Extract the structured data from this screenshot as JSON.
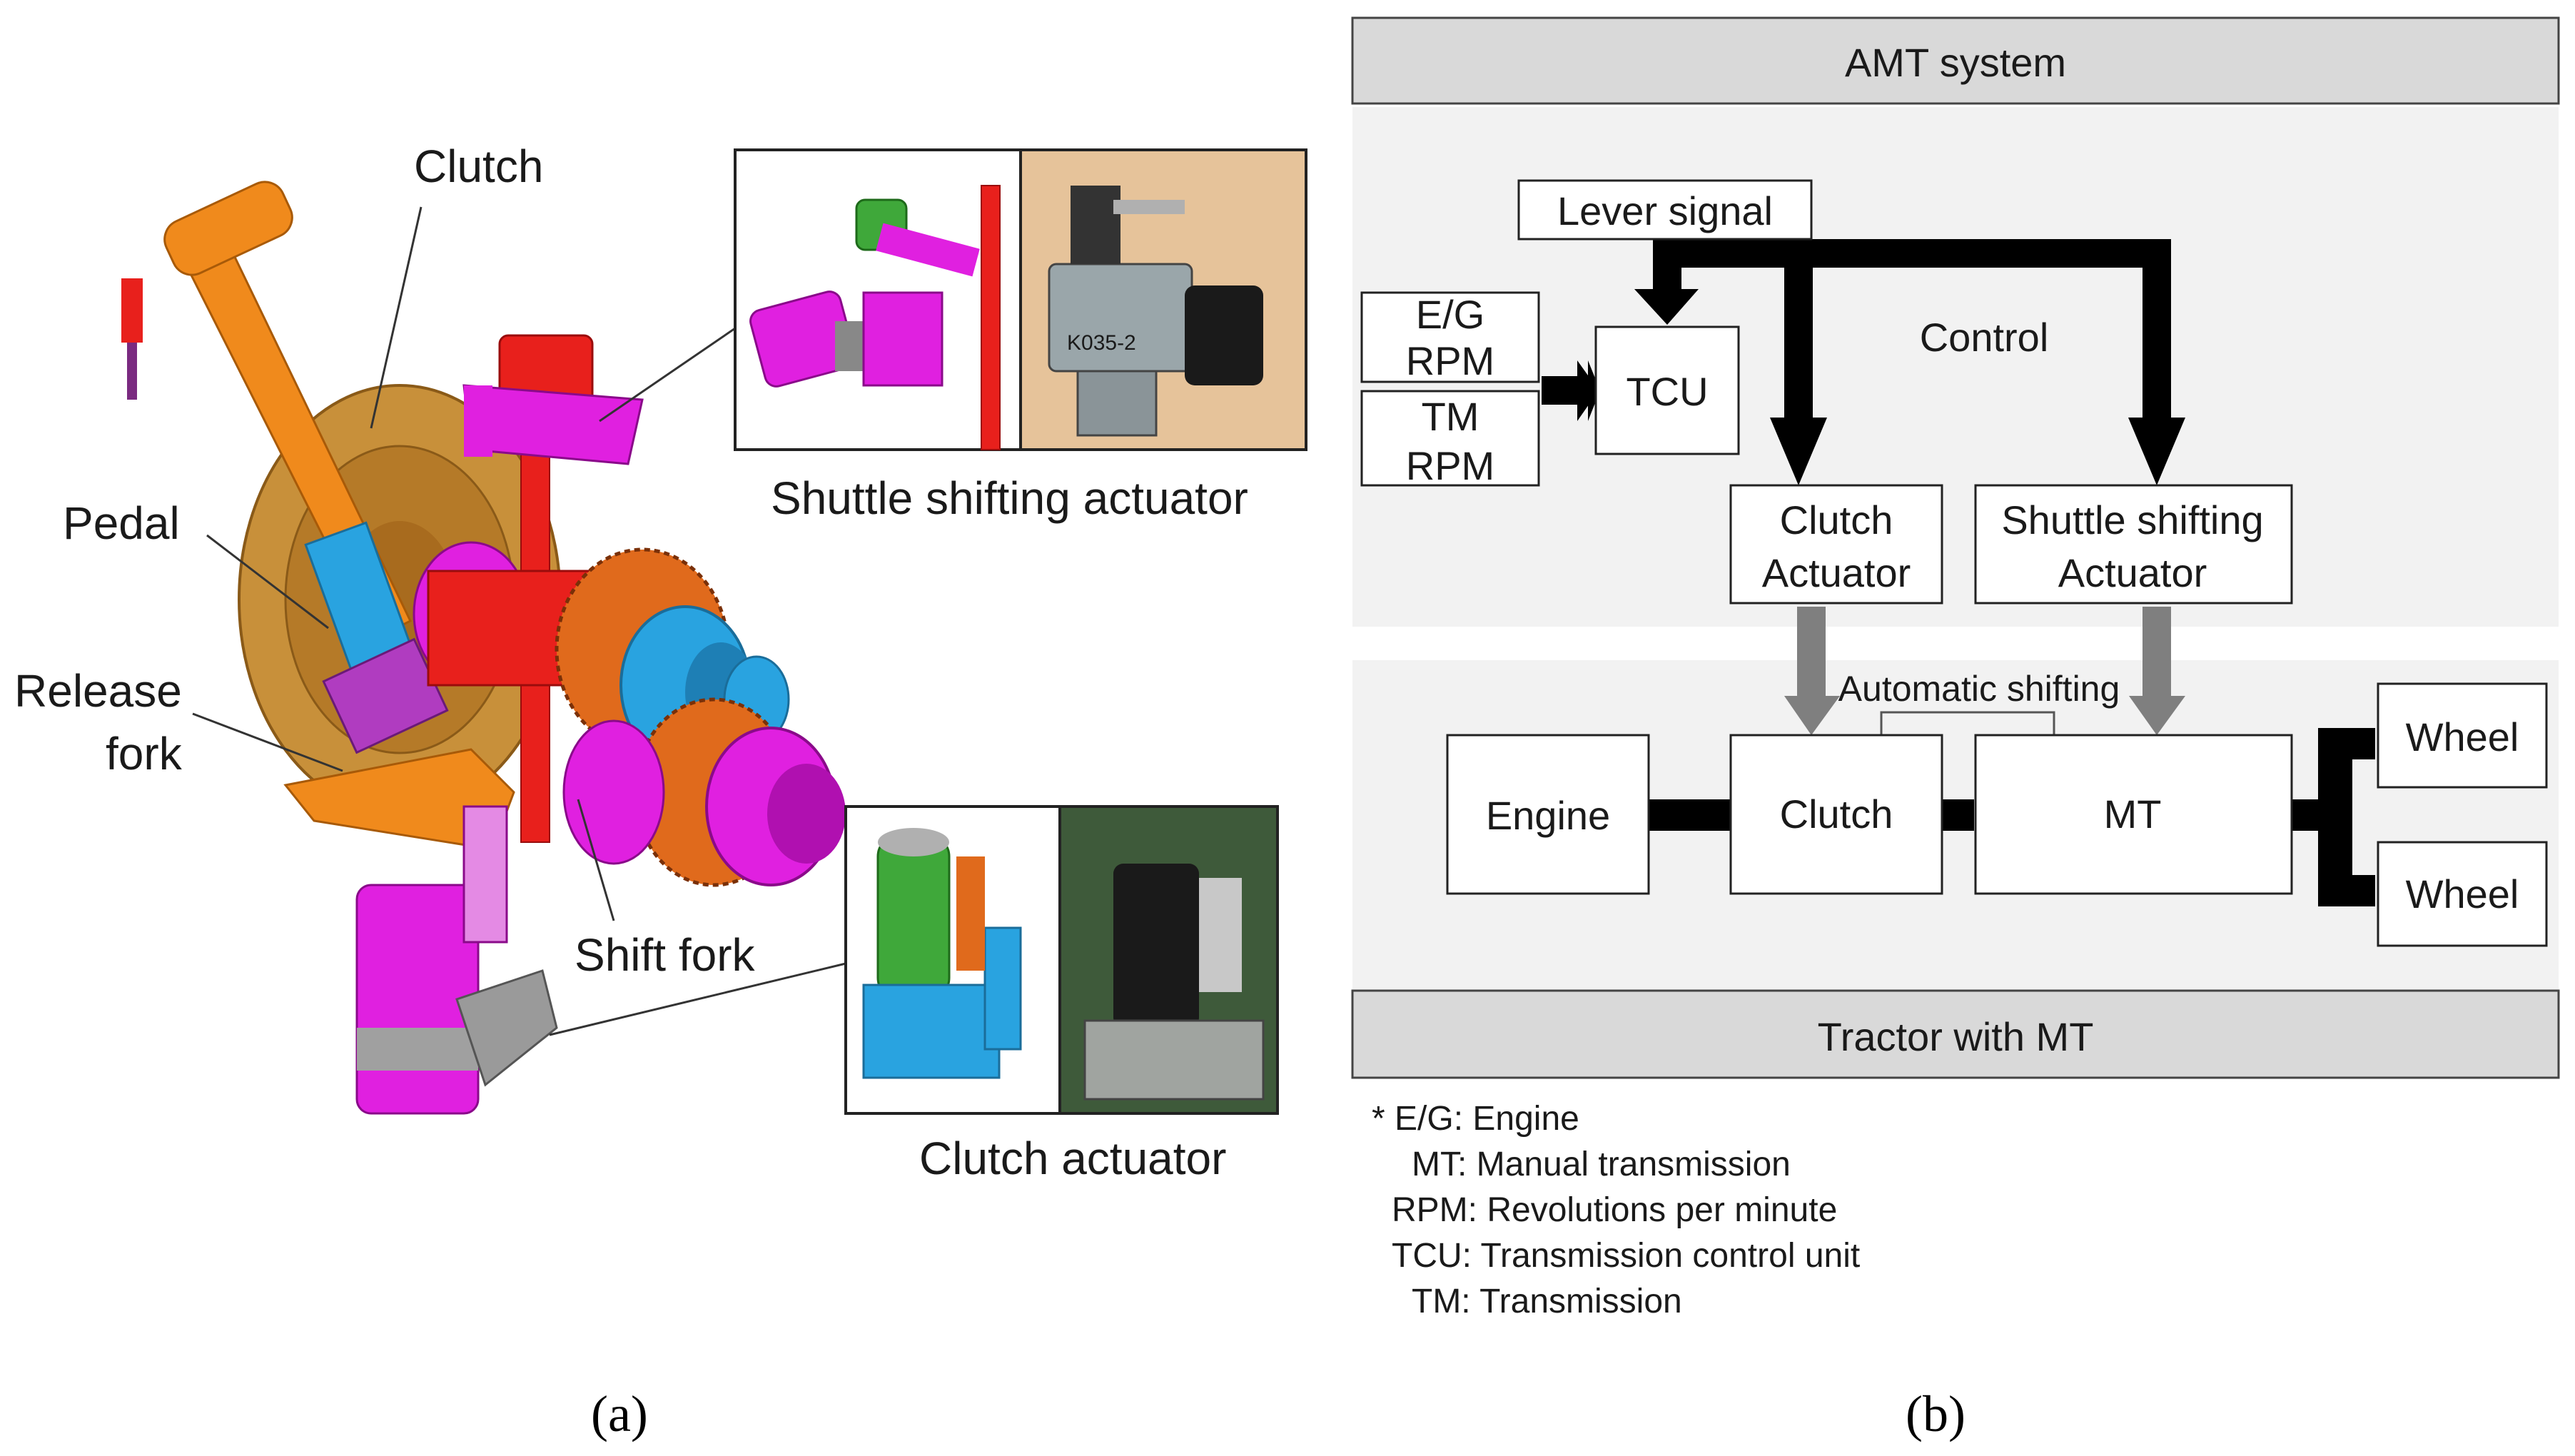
{
  "panel_a": {
    "labels": {
      "clutch": "Clutch",
      "pedal": "Pedal",
      "release_fork_line1": "Release",
      "release_fork_line2": "fork",
      "shift_fork": "Shift fork"
    },
    "insets": {
      "shuttle_caption": "Shuttle shifting actuator",
      "clutch_caption": "Clutch actuator",
      "photo_marking": "K035-2"
    },
    "sublabel": "(a)"
  },
  "panel_b": {
    "top_band": "AMT system",
    "bottom_band": "Tractor with MT",
    "lever_signal": "Lever signal",
    "eg_rpm_line1": "E/G",
    "eg_rpm_line2": "RPM",
    "tm_rpm_line1": "TM",
    "tm_rpm_line2": "RPM",
    "tcu": "TCU",
    "control": "Control",
    "clutch_actuator_line1": "Clutch",
    "clutch_actuator_line2": "Actuator",
    "shuttle_actuator_line1": "Shuttle shifting",
    "shuttle_actuator_line2": "Actuator",
    "automatic_shifting": "Automatic shifting",
    "engine": "Engine",
    "clutch": "Clutch",
    "mt": "MT",
    "wheel_top": "Wheel",
    "wheel_bottom": "Wheel",
    "legend": [
      "* E/G: Engine",
      "MT: Manual transmission",
      "RPM: Revolutions per minute",
      "TCU: Transmission control unit",
      "TM: Transmission"
    ],
    "sublabel": "(b)"
  },
  "colors": {
    "band_fill": "#d9d9d9",
    "panel_fill": "#f2f2f2",
    "signal_arrow": "#000000",
    "actuation_arrow": "#7f7f7f",
    "magenta_part": "#e020e0",
    "orange_part": "#f08a1c",
    "red_part": "#e8201c",
    "blue_part": "#29a3e0",
    "bronze_disc": "#c8903a",
    "green_part": "#3fa83a"
  }
}
